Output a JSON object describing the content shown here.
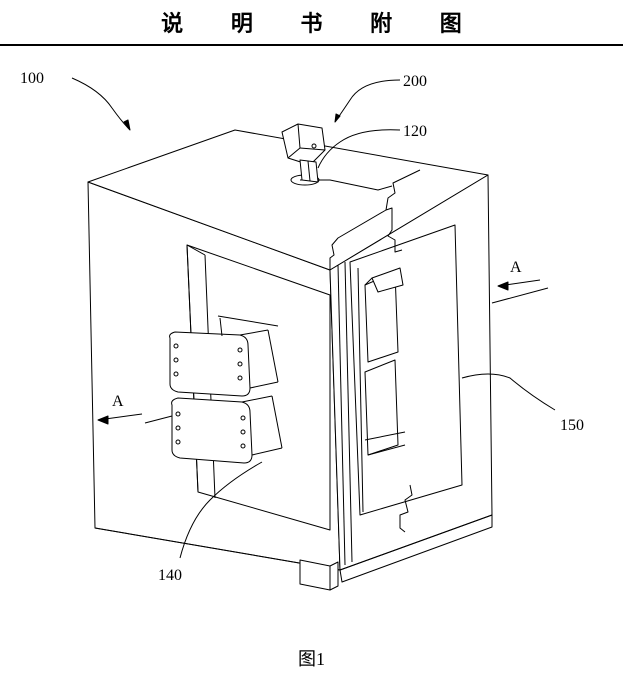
{
  "header": {
    "title": "说 明 书 附 图"
  },
  "figure": {
    "caption": "图1",
    "labels": {
      "ref_100": "100",
      "ref_200": "200",
      "ref_120": "120",
      "ref_150": "150",
      "ref_140": "140",
      "section_a_right": "A",
      "section_a_left": "A"
    }
  }
}
